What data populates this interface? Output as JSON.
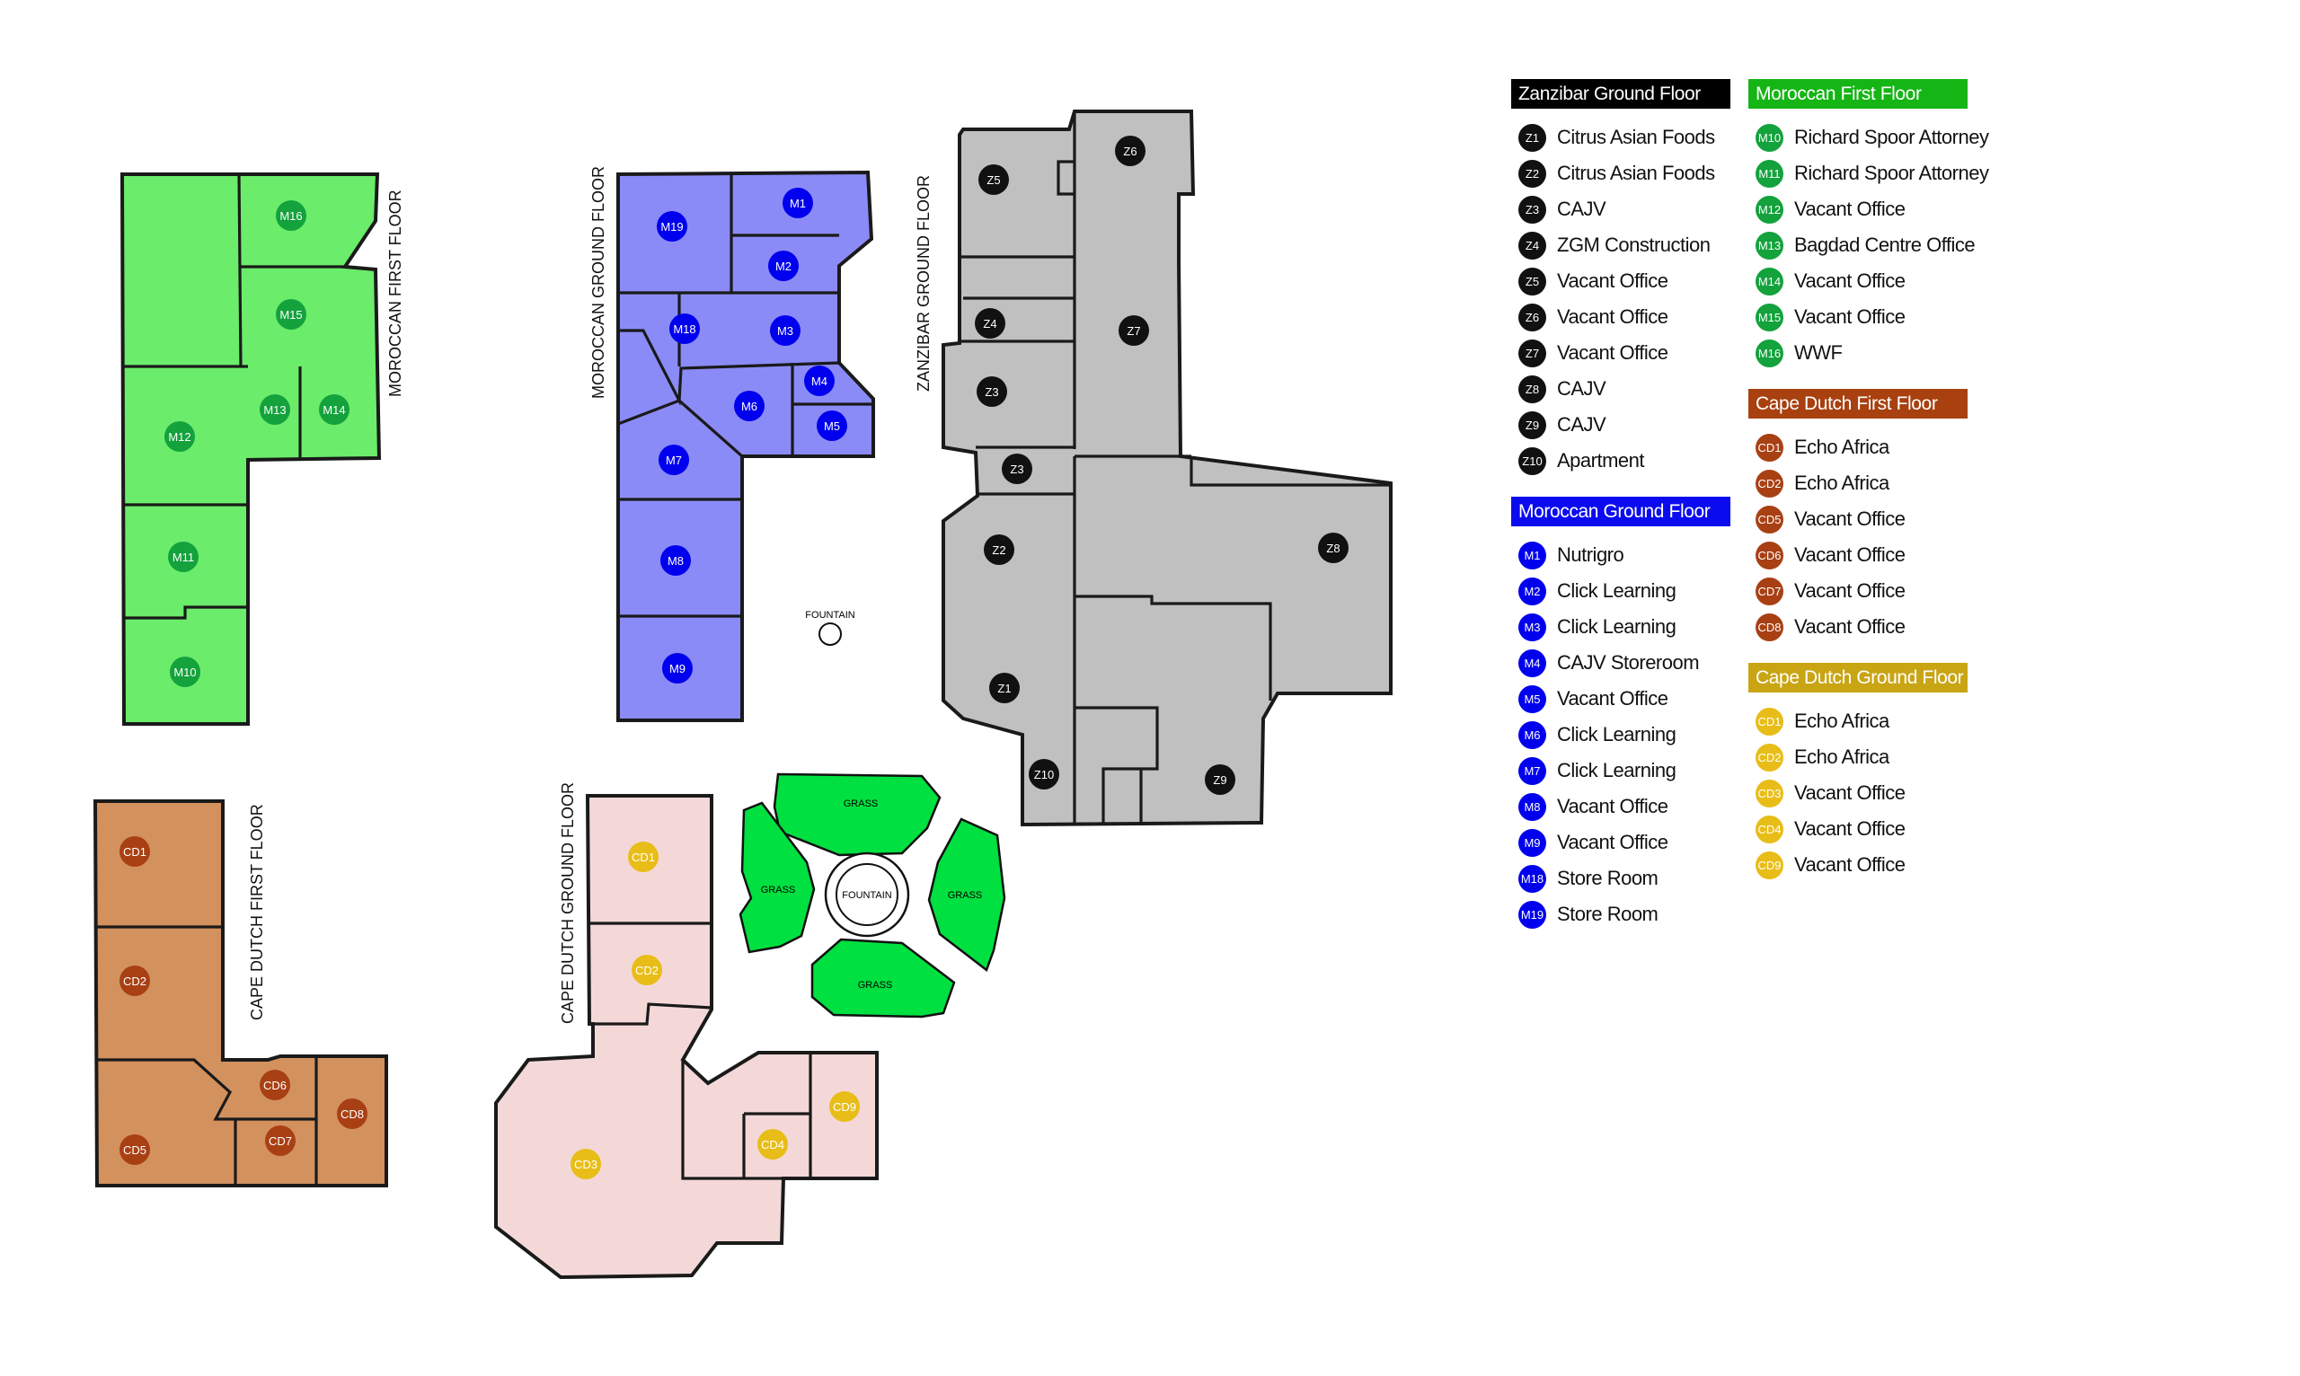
{
  "colors": {
    "zanzibar_fill": "#c0c0c0",
    "zanzibar_marker": "#111111",
    "moroccan_ground_fill": "#8b8bf7",
    "moroccan_ground_marker": "#0000ee",
    "moroccan_first_fill": "#6bec6b",
    "moroccan_first_marker": "#13a23c",
    "cape_first_fill": "#d3915e",
    "cape_first_marker": "#a84014",
    "cape_ground_fill": "#f4d8d8",
    "cape_ground_marker": "#e8bd18",
    "grass_fill": "#00e040"
  },
  "plan": {
    "moroccan_first_floor_label": "MOROCCAN FIRST FLOOR",
    "moroccan_ground_floor_label": "MOROCCAN GROUND FLOOR",
    "zanzibar_ground_floor_label": "ZANZIBAR GROUND FLOOR",
    "cape_dutch_first_floor_label": "CAPE DUTCH FIRST FLOOR",
    "cape_dutch_ground_floor_label": "CAPE DUTCH GROUND FLOOR",
    "fountain_label": "FOUNTAIN",
    "courtyard_fountain_label": "FOUNTAIN",
    "grass_label": "GRASS",
    "markers": {
      "moroccan_first": [
        "M16",
        "M15",
        "M12",
        "M13",
        "M14",
        "M11",
        "M10"
      ],
      "moroccan_ground": [
        "M19",
        "M1",
        "M2",
        "M18",
        "M3",
        "M4",
        "M6",
        "M5",
        "M7",
        "M8",
        "M9"
      ],
      "zanzibar": [
        "Z6",
        "Z5",
        "Z4",
        "Z7",
        "Z3",
        "Z3",
        "Z2",
        "Z8",
        "Z1",
        "Z10",
        "Z9"
      ],
      "cape_first": [
        "CD1",
        "CD2",
        "CD6",
        "CD8",
        "CD7",
        "CD5"
      ],
      "cape_ground": [
        "CD1",
        "CD2",
        "CD3",
        "CD9",
        "CD4"
      ]
    }
  },
  "legend": {
    "zanzibar_ground": {
      "title": "Zanzibar Ground Floor",
      "items": [
        {
          "code": "Z1",
          "name": "Citrus Asian Foods"
        },
        {
          "code": "Z2",
          "name": "Citrus Asian Foods"
        },
        {
          "code": "Z3",
          "name": "CAJV"
        },
        {
          "code": "Z4",
          "name": "ZGM Construction"
        },
        {
          "code": "Z5",
          "name": "Vacant Office"
        },
        {
          "code": "Z6",
          "name": "Vacant Office"
        },
        {
          "code": "Z7",
          "name": "Vacant Office"
        },
        {
          "code": "Z8",
          "name": "CAJV"
        },
        {
          "code": "Z9",
          "name": "CAJV"
        },
        {
          "code": "Z10",
          "name": "Apartment"
        }
      ]
    },
    "moroccan_ground": {
      "title": "Moroccan Ground Floor",
      "items": [
        {
          "code": "M1",
          "name": "Nutrigro"
        },
        {
          "code": "M2",
          "name": "Click Learning"
        },
        {
          "code": "M3",
          "name": "Click Learning"
        },
        {
          "code": "M4",
          "name": "CAJV Storeroom"
        },
        {
          "code": "M5",
          "name": "Vacant Office"
        },
        {
          "code": "M6",
          "name": "Click Learning"
        },
        {
          "code": "M7",
          "name": "Click Learning"
        },
        {
          "code": "M8",
          "name": "Vacant Office"
        },
        {
          "code": "M9",
          "name": "Vacant Office"
        },
        {
          "code": "M18",
          "name": "Store Room"
        },
        {
          "code": "M19",
          "name": "Store Room"
        }
      ]
    },
    "moroccan_first": {
      "title": "Moroccan First Floor",
      "items": [
        {
          "code": "M10",
          "name": "Richard Spoor Attorney"
        },
        {
          "code": "M11",
          "name": "Richard Spoor Attorney"
        },
        {
          "code": "M12",
          "name": "Vacant Office"
        },
        {
          "code": "M13",
          "name": "Bagdad Centre Office"
        },
        {
          "code": "M14",
          "name": "Vacant Office"
        },
        {
          "code": "M15",
          "name": "Vacant Office"
        },
        {
          "code": "M16",
          "name": "WWF"
        }
      ]
    },
    "cape_first": {
      "title": "Cape Dutch First Floor",
      "items": [
        {
          "code": "CD1",
          "name": "Echo Africa"
        },
        {
          "code": "CD2",
          "name": "Echo Africa"
        },
        {
          "code": "CD5",
          "name": "Vacant Office"
        },
        {
          "code": "CD6",
          "name": "Vacant Office"
        },
        {
          "code": "CD7",
          "name": "Vacant Office"
        },
        {
          "code": "CD8",
          "name": "Vacant Office"
        }
      ]
    },
    "cape_ground": {
      "title": "Cape Dutch Ground Floor",
      "items": [
        {
          "code": "CD1",
          "name": "Echo Africa"
        },
        {
          "code": "CD2",
          "name": "Echo Africa"
        },
        {
          "code": "CD3",
          "name": "Vacant Office"
        },
        {
          "code": "CD4",
          "name": "Vacant Office"
        },
        {
          "code": "CD9",
          "name": "Vacant Office"
        }
      ]
    },
    "header_colors": {
      "zanzibar_ground": "#000000",
      "moroccan_ground": "#0b0bf0",
      "moroccan_first": "#15b515",
      "cape_first": "#a84010",
      "cape_ground": "#c9a514"
    }
  }
}
